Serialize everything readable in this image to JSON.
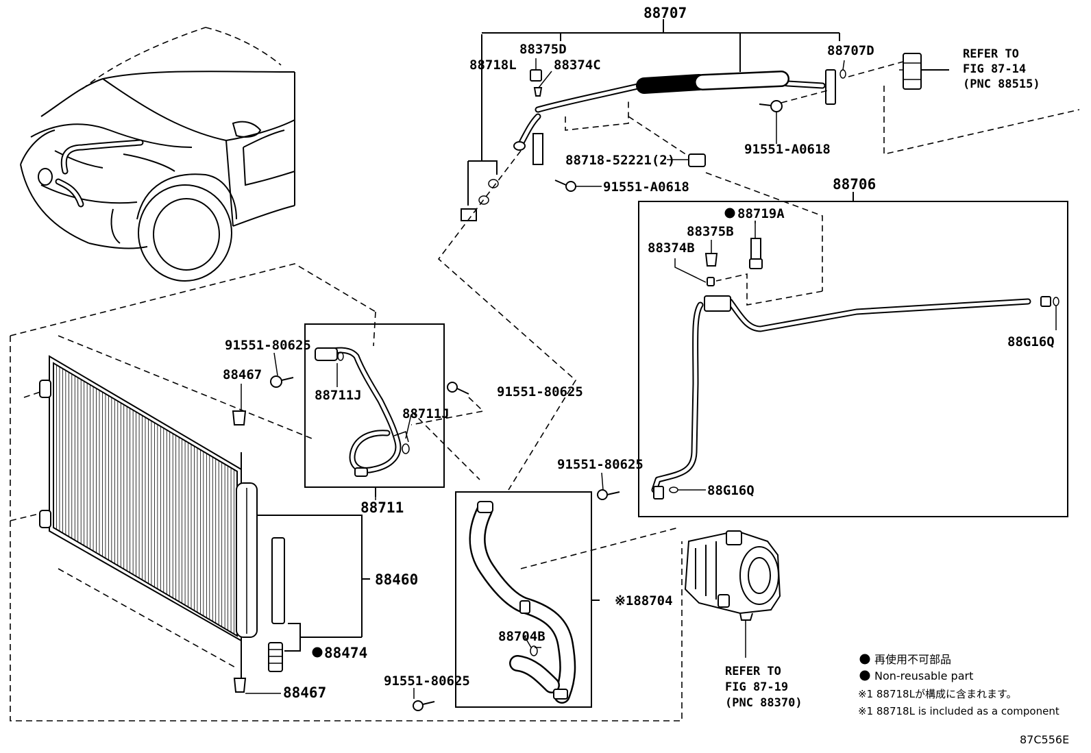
{
  "labels": {
    "l88707": "88707",
    "l88375D": "88375D",
    "l88374C": "88374C",
    "l88718L": "88718L",
    "l88707D": "88707D",
    "l91551_A0618_top": "91551-A0618",
    "l88718_52221": "88718-52221(2)",
    "l91551_A0618_mid": "91551-A0618",
    "l88706": "88706",
    "l88719A": "88719A",
    "l88375B": "88375B",
    "l88374B": "88374B",
    "l88G16Q_right": "88G16Q",
    "l88G16Q_low": "88G16Q",
    "l91551_80625_a": "91551-80625",
    "l88467_top": "88467",
    "l88711J_left": "88711J",
    "l91551_80625_b": "91551-80625",
    "l88711J_right": "88711J",
    "l88711": "88711",
    "l91551_80625_c": "91551-80625",
    "l88460": "88460",
    "l88474": "88474",
    "l88467_bottom": "88467",
    "l88704": "※188704",
    "l88704B": "88704B",
    "l91551_80625_d": "91551-80625"
  },
  "references": {
    "top_right": [
      "REFER TO",
      "FIG 87-14",
      "(PNC 88515)"
    ],
    "compressor": [
      "REFER TO",
      "FIG 87-19",
      "(PNC 88370)"
    ]
  },
  "notes": {
    "jp_nonreusable": "再使用不可部品",
    "en_nonreusable": "Non-reusable part",
    "jp_component": "※1 88718Lが構成に含まれます。",
    "en_component": "※1 88718L is included as a component"
  },
  "diagram_code": "87C556E",
  "icons": {
    "nonreusable_marker": "filled-circle-icon",
    "bolt": "flange-bolt-icon",
    "o_ring": "o-ring-icon"
  }
}
